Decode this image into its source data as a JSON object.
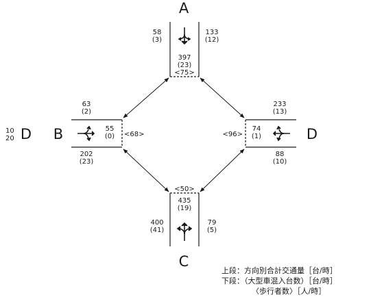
{
  "nodes": {
    "A": "A",
    "B": "B",
    "C": "C",
    "D_right": "D",
    "D_left": "D",
    "side_top": "10",
    "side_bottom": "20"
  },
  "arm_A": {
    "left_total": "58",
    "left_heavy": "(3)",
    "right_total": "133",
    "right_heavy": "(12)",
    "in_total": "397",
    "in_heavy": "(23)",
    "pedestrians": "<75>"
  },
  "arm_B": {
    "top_total": "63",
    "top_heavy": "(2)",
    "bottom_total": "202",
    "bottom_heavy": "(23)",
    "in_total": "55",
    "in_heavy": "(0)",
    "pedestrians": "<68>"
  },
  "arm_D": {
    "top_total": "233",
    "top_heavy": "(13)",
    "bottom_total": "88",
    "bottom_heavy": "(10)",
    "in_total": "74",
    "in_heavy": "(1)",
    "pedestrians": "<96>"
  },
  "arm_C": {
    "pedestrians": "<50>",
    "in_total": "435",
    "in_heavy": "(19)",
    "left_total": "400",
    "left_heavy": "(41)",
    "right_total": "79",
    "right_heavy": "(5)"
  },
  "legend": {
    "line1": "上段：方向別合計交通量［台/時］",
    "line2": "下段：（大型車混入台数）［台/時］",
    "line3": "〈歩行者数〉［人/時］"
  },
  "colors": {
    "ink": "#1a1a1a",
    "background": "#ffffff"
  }
}
